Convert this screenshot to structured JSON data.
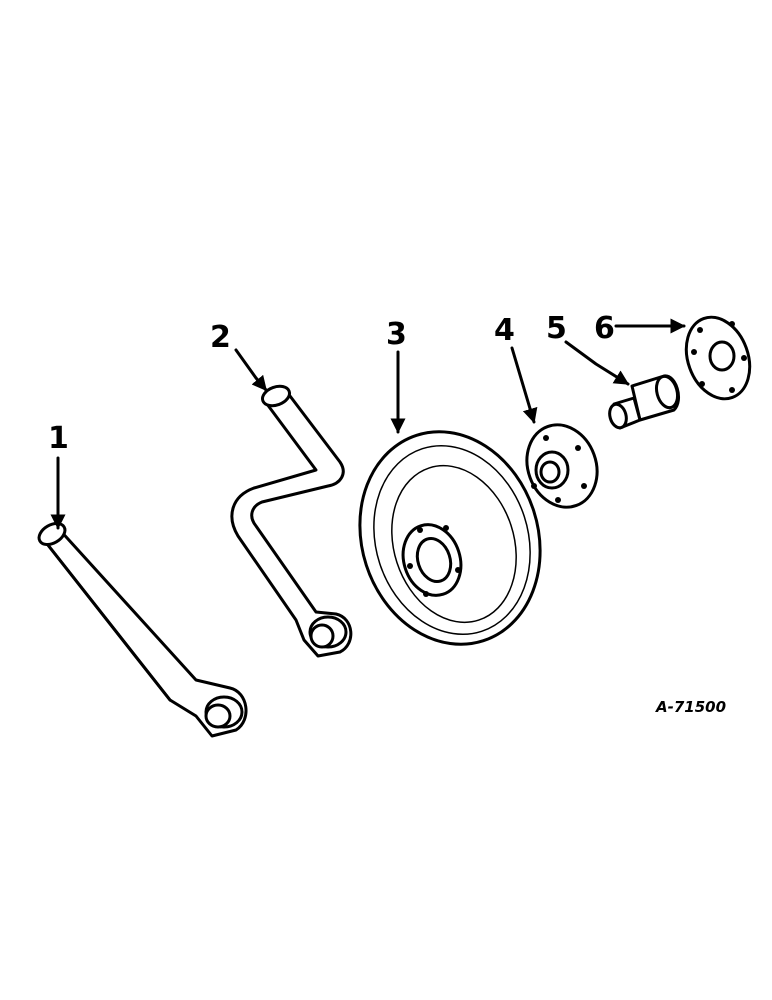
{
  "parts": [
    {
      "callout": "1"
    },
    {
      "callout": "2"
    },
    {
      "callout": "3"
    },
    {
      "callout": "4"
    },
    {
      "callout": "5"
    },
    {
      "callout": "6"
    }
  ],
  "figure_ref": "A-71500"
}
